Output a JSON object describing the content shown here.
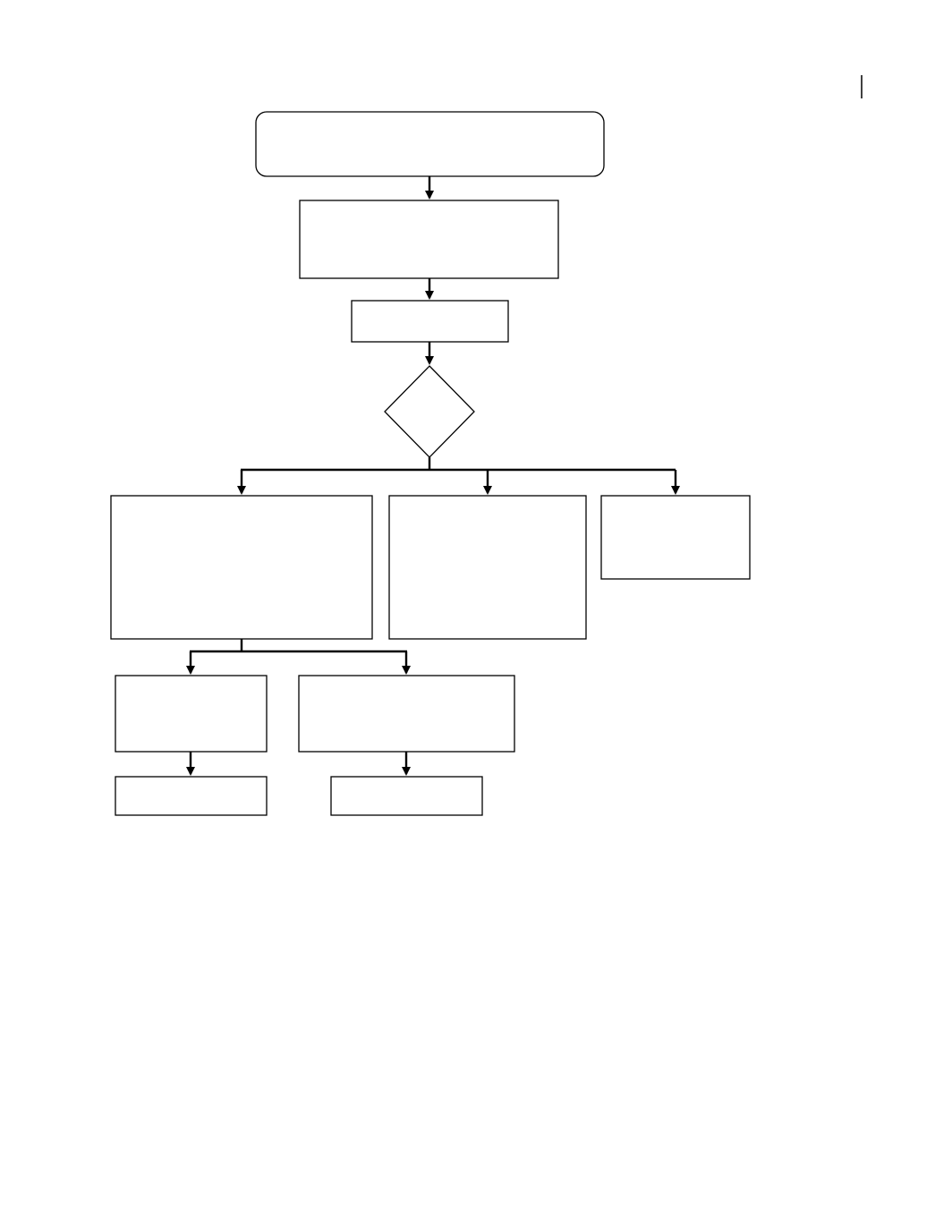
{
  "diagram": {
    "type": "flowchart",
    "stroke_color": "#000000",
    "background_color": "#ffffff",
    "nodes": [
      {
        "id": "start",
        "shape": "rounded-rectangle",
        "text": ""
      },
      {
        "id": "step-1",
        "shape": "rectangle",
        "text": ""
      },
      {
        "id": "step-2",
        "shape": "rectangle",
        "text": ""
      },
      {
        "id": "decision",
        "shape": "diamond",
        "text": ""
      },
      {
        "id": "branch-left",
        "shape": "rectangle",
        "text": ""
      },
      {
        "id": "branch-middle",
        "shape": "rectangle",
        "text": ""
      },
      {
        "id": "branch-right",
        "shape": "rectangle",
        "text": ""
      },
      {
        "id": "sub-left",
        "shape": "rectangle",
        "text": ""
      },
      {
        "id": "sub-right",
        "shape": "rectangle",
        "text": ""
      },
      {
        "id": "end-left",
        "shape": "rectangle",
        "text": ""
      },
      {
        "id": "end-right",
        "shape": "rectangle",
        "text": ""
      }
    ],
    "edges": [
      {
        "from": "start",
        "to": "step-1"
      },
      {
        "from": "step-1",
        "to": "step-2"
      },
      {
        "from": "step-2",
        "to": "decision"
      },
      {
        "from": "decision",
        "to": "branch-left"
      },
      {
        "from": "decision",
        "to": "branch-middle"
      },
      {
        "from": "decision",
        "to": "branch-right"
      },
      {
        "from": "branch-left",
        "to": "sub-left"
      },
      {
        "from": "branch-left",
        "to": "sub-right"
      },
      {
        "from": "sub-left",
        "to": "end-left"
      },
      {
        "from": "sub-right",
        "to": "end-right"
      }
    ]
  }
}
